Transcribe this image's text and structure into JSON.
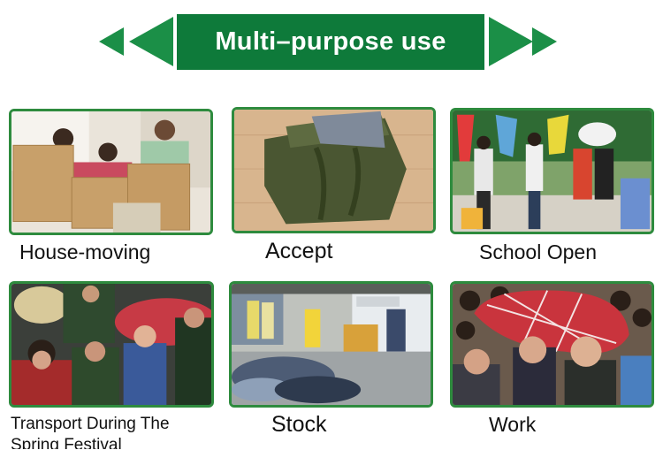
{
  "banner": {
    "title": "Multi–purpose use"
  },
  "colors": {
    "brand_green": "#0e7a3a",
    "border_green": "#2e8b3e"
  },
  "items": [
    {
      "label": "House-moving",
      "scene": "family-carrying-boxes"
    },
    {
      "label": "Accept",
      "scene": "green-storage-bag"
    },
    {
      "label": "School Open",
      "scene": "students-with-luggage"
    },
    {
      "label": "Transport During The Spring Festival",
      "scene": "travelers-and-soldiers"
    },
    {
      "label": "Stock",
      "scene": "warehouse-storage"
    },
    {
      "label": "Work",
      "scene": "crowd-with-large-bag"
    }
  ]
}
